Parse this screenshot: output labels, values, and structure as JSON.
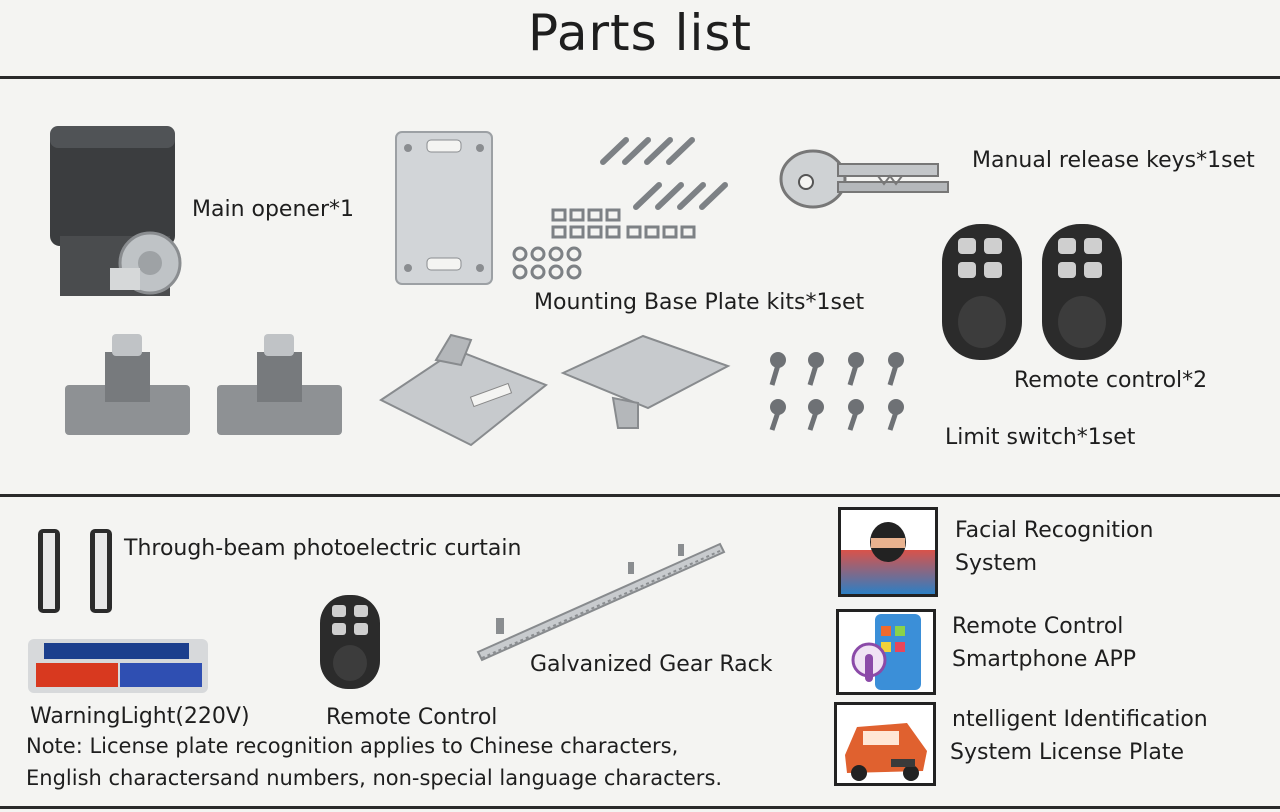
{
  "title": "Parts list",
  "top_section": {
    "main_opener": "Main opener*1",
    "manual_release_keys": "Manual release keys*1set",
    "mounting_base_plate": "Mounting Base Plate kits*1set",
    "remote_control": "Remote control*2",
    "limit_switch": "Limit switch*1set"
  },
  "bottom_section": {
    "photo_curtain": "Through-beam photoelectric curtain",
    "warning_light": "WarningLight(220V)",
    "remote_control": "Remote Control",
    "gear_rack": "Galvanized Gear Rack",
    "facial_recognition_1": "Facial Recognition",
    "facial_recognition_2": "System",
    "smartphone_app_1": "Remote Control",
    "smartphone_app_2": "Smartphone APP",
    "license_plate_1": "ntelligent Identification",
    "license_plate_2": "System License Plate",
    "note_line_1": "Note: License plate recognition applies to Chinese characters,",
    "note_line_2": "English charactersand numbers, non-special language characters."
  }
}
